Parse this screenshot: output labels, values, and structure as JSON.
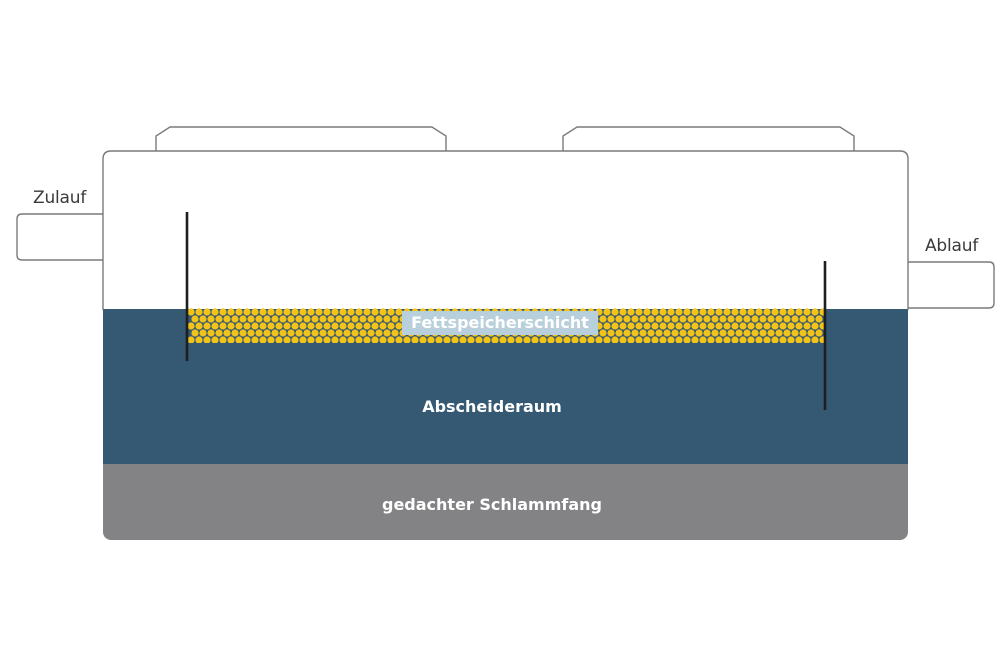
{
  "labels": {
    "inlet": "Zulauf",
    "outlet": "Ablauf",
    "grease_layer": "Fettspeicherschicht",
    "separator_chamber": "Abscheideraum",
    "sludge_trap": "gedachter Schlammfang"
  },
  "colors": {
    "outline": "#7a7a7a",
    "tank_fill": "#ffffff",
    "water": "#355873",
    "sludge": "#838385",
    "grease_dots": "#f2c318",
    "grease_label_bg": "#b8cfdc",
    "baffle": "#1f1f1f"
  }
}
